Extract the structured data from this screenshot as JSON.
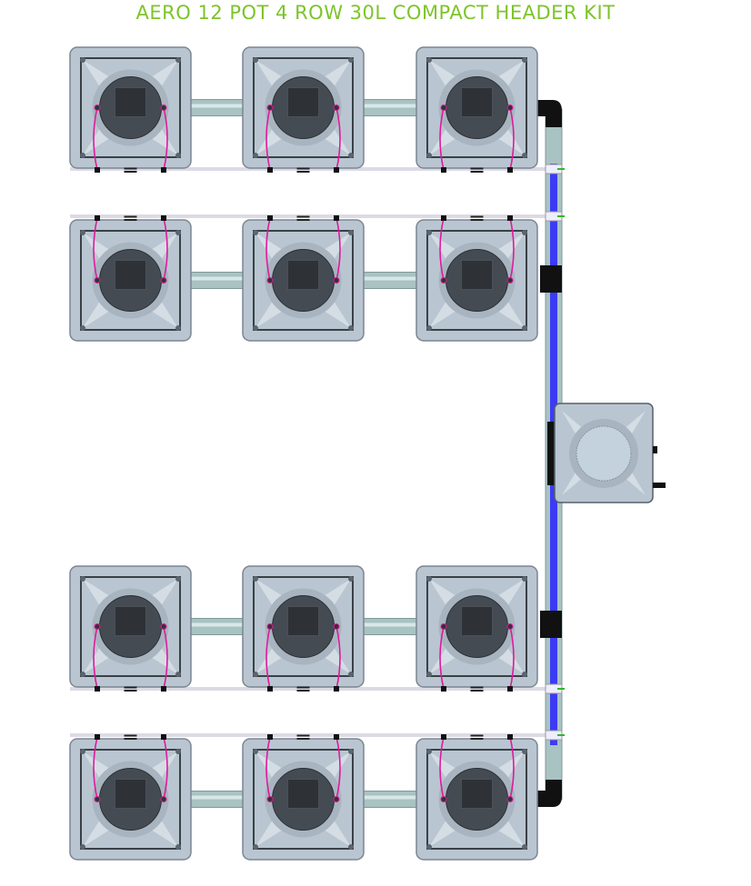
{
  "title": "AERO 12 POT 4 ROW 30L COMPACT HEADER KIT",
  "layout": {
    "rows": 4,
    "pots_per_row": 3,
    "pot_count": 12
  },
  "colors": {
    "title": "#7dc42a",
    "pot_body": "#b9c6d1",
    "pot_lid": "#454b53",
    "drip_tube": "#e0199e",
    "pipe": "#a9c2c2",
    "feed_line": "#3b3bf5",
    "drip_manifold": "#dcdae4"
  }
}
